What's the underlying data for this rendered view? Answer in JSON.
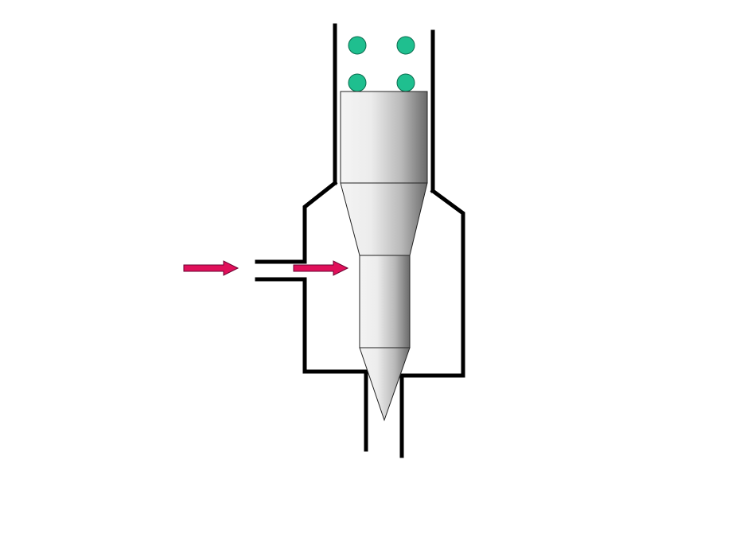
{
  "diagram": {
    "background": "#ffffff",
    "colors": {
      "wall": "#000000",
      "particle": "#1fbf8f",
      "arrow": "#e0105a",
      "plunger_light": "#f2f2f2",
      "plunger_dark": "#6a6a6a"
    },
    "parts": {
      "particles": [
        "particle",
        "particle",
        "particle",
        "particle"
      ],
      "flow_arrows": [
        "inlet-arrow-outer",
        "inlet-arrow-inner"
      ]
    }
  }
}
